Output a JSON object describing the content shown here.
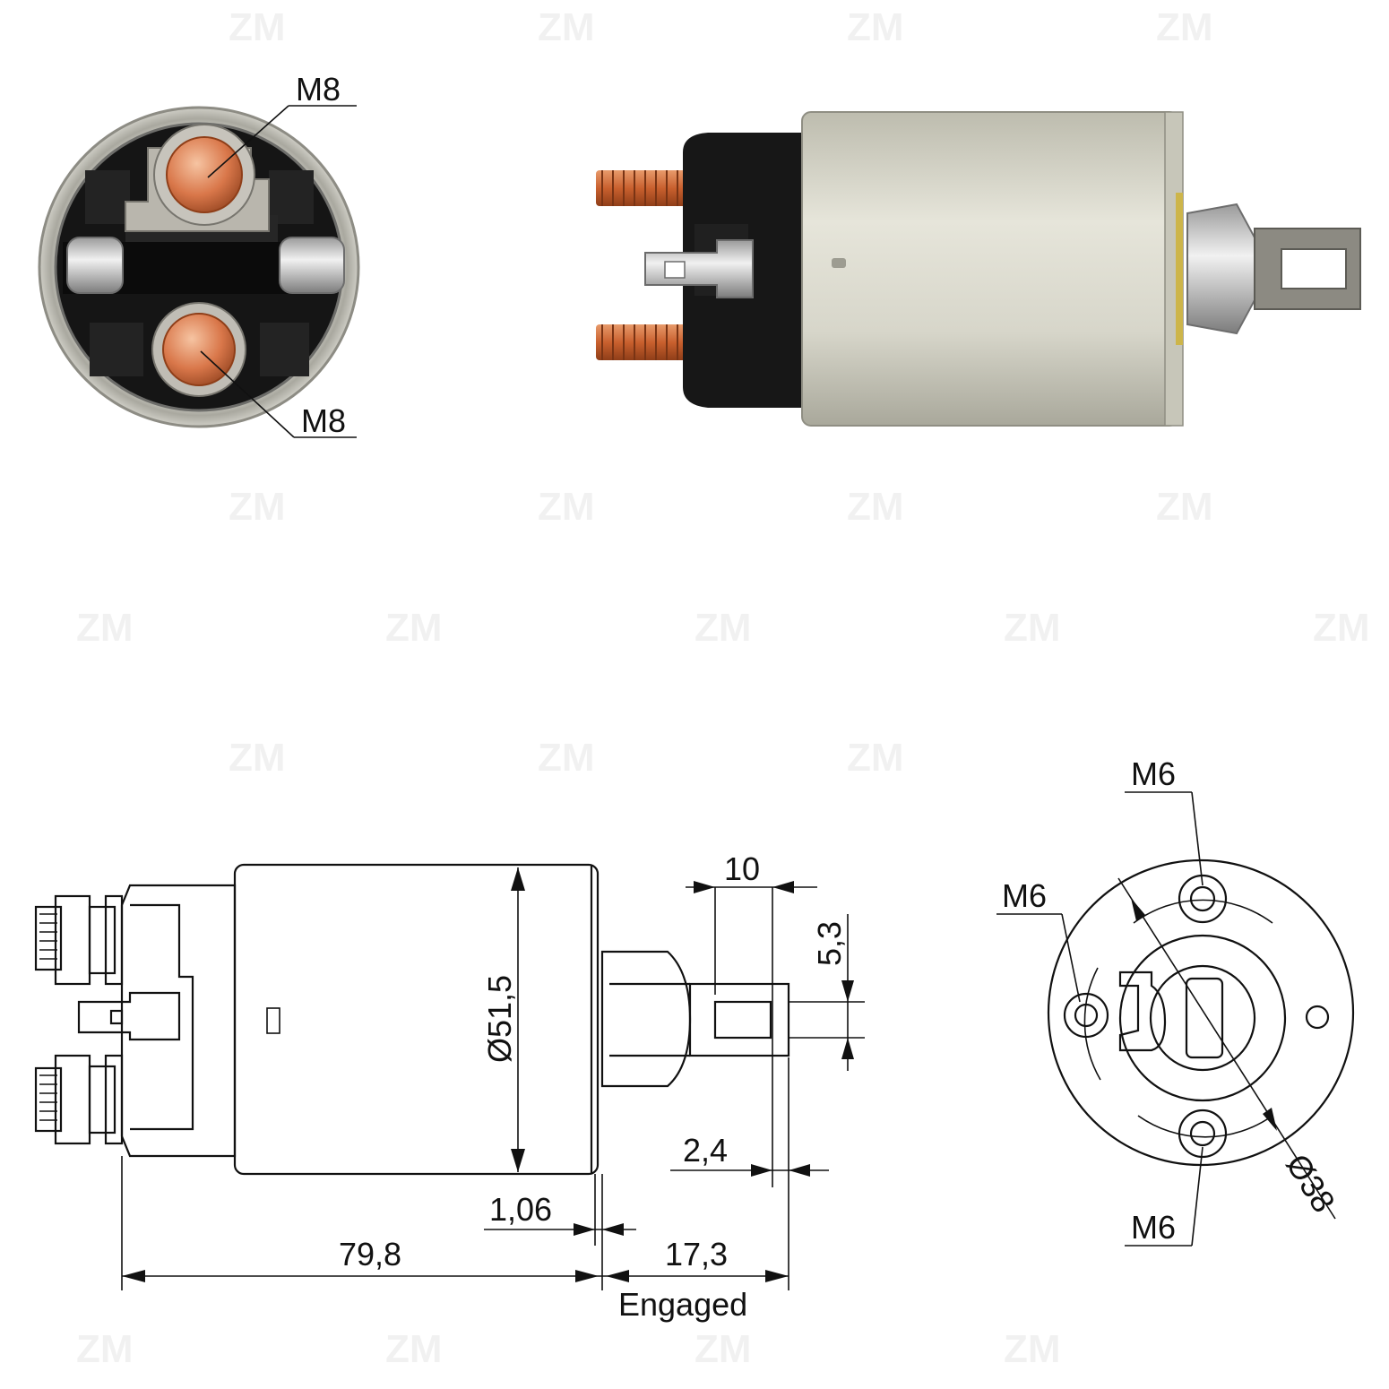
{
  "watermark": {
    "brand": "ZM"
  },
  "photo_front": {
    "callout_top": "M8",
    "callout_bottom": "M8"
  },
  "photo_side": {
    "body_color": "#d9d8cc",
    "stud_color": "#d9733f",
    "insulator_color": "#1a1a1a"
  },
  "drawing_side": {
    "dim_diameter": "Ø51,5",
    "dim_plunger_width": "10",
    "dim_slot": "5,3",
    "dim_plunger_offset": "2,4",
    "dim_flange": "1,06",
    "dim_length": "79,8",
    "dim_stroke": "17,3",
    "stroke_note": "Engaged"
  },
  "drawing_end": {
    "callout_top": "M6",
    "callout_left": "M6",
    "callout_bottom": "M6",
    "dim_diameter": "Ø38"
  }
}
